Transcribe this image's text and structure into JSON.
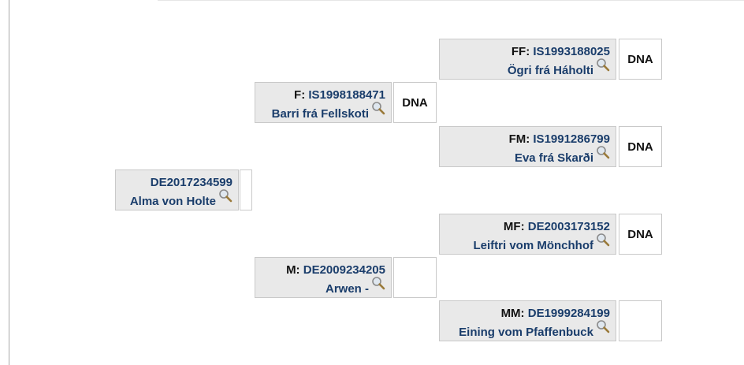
{
  "pedigree": {
    "subject": {
      "pos": "",
      "id": "DE2017234599",
      "name": "Alma von Holte",
      "dna": ""
    },
    "F": {
      "pos": "F:",
      "id": "IS1998188471",
      "name": "Barri frá Fellskoti",
      "dna": "DNA"
    },
    "M": {
      "pos": "M:",
      "id": "DE2009234205",
      "name": "Arwen -",
      "dna": ""
    },
    "FF": {
      "pos": "FF:",
      "id": "IS1993188025",
      "name": "Ögri frá Háholti",
      "dna": "DNA"
    },
    "FM": {
      "pos": "FM:",
      "id": "IS1991286799",
      "name": "Eva frá Skarði",
      "dna": "DNA"
    },
    "MF": {
      "pos": "MF:",
      "id": "DE2003173152",
      "name": "Leiftri vom Mönchhof",
      "dna": "DNA"
    },
    "MM": {
      "pos": "MM:",
      "id": "DE1999284199",
      "name": "Eining vom Pfaffenbuck",
      "dna": ""
    }
  },
  "icons": {
    "search": "magnifier-icon"
  },
  "colors": {
    "link": "#1a3d6b",
    "cell_bg": "#e9e9e9",
    "border": "#c9c9c9"
  }
}
